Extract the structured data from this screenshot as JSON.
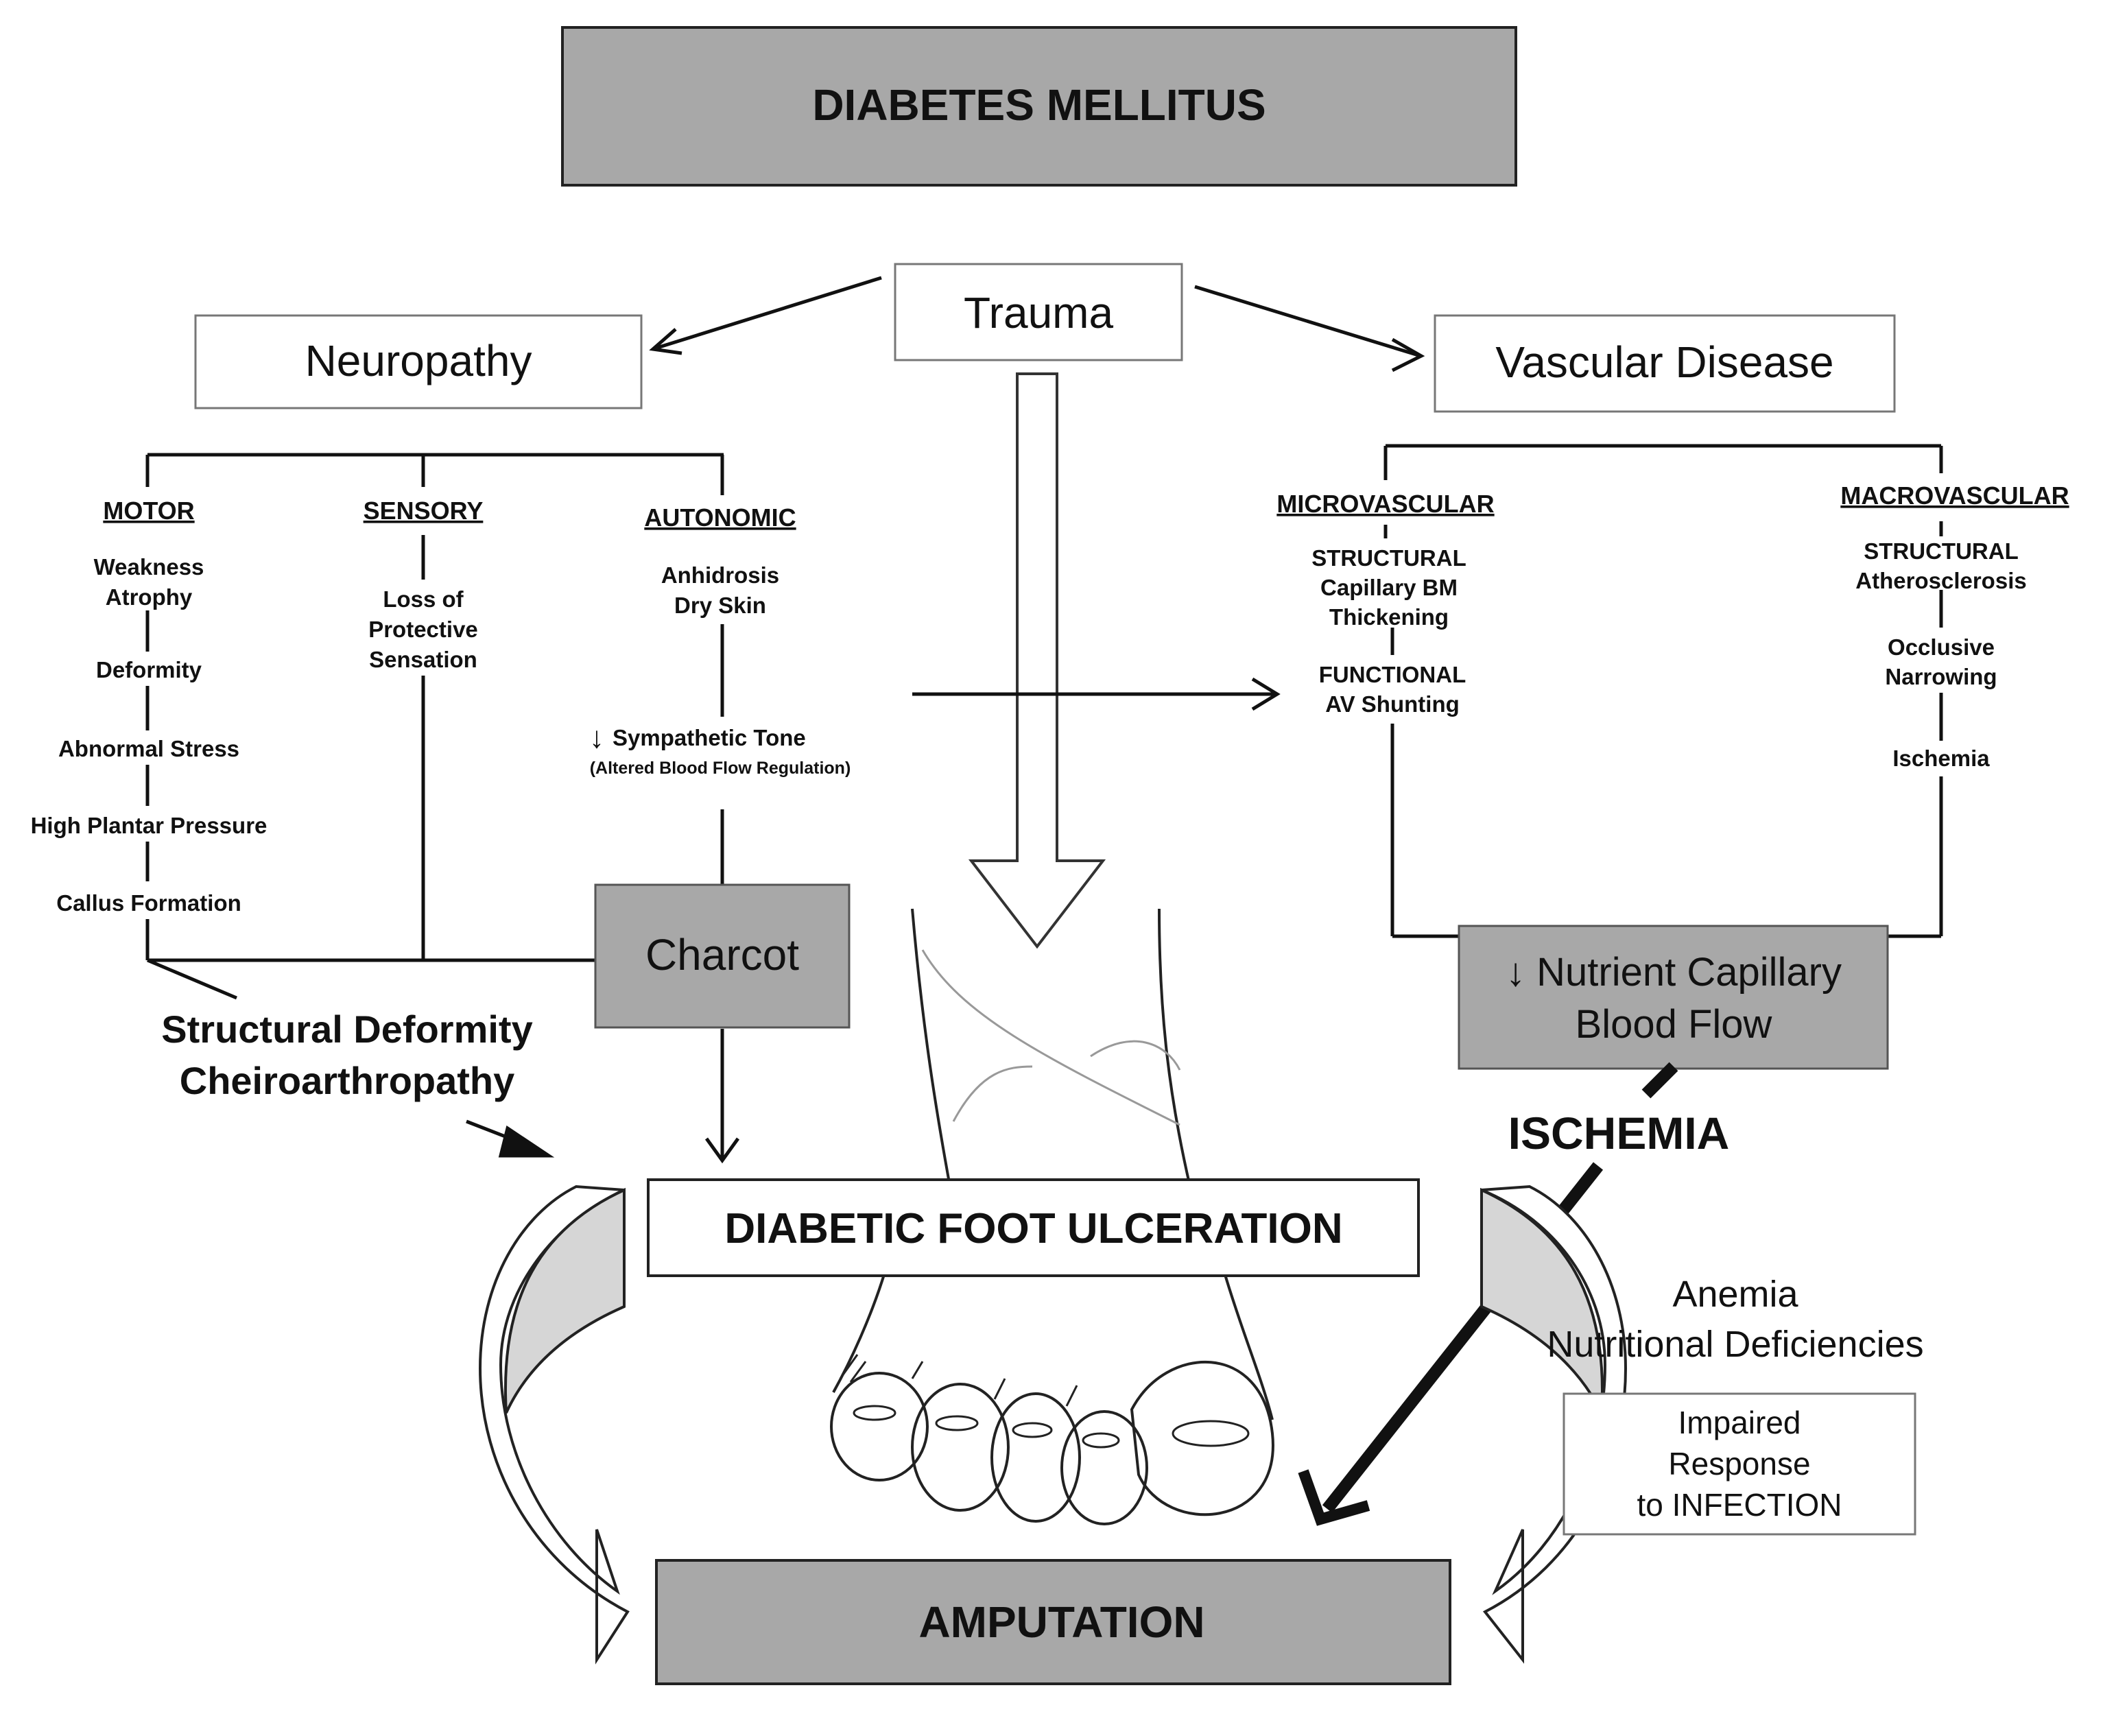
{
  "colors": {
    "grey_box": "#a8a8a8",
    "light_fill": "#d6d6d6",
    "line": "#111111"
  },
  "top": {
    "title": "DIABETES MELLITUS"
  },
  "trauma": {
    "label": "Trauma"
  },
  "neuropathy": {
    "label": "Neuropathy",
    "motor": {
      "heading": "MOTOR",
      "items": [
        "Weakness",
        "Atrophy",
        "Deformity",
        "Abnormal Stress",
        "High Plantar Pressure",
        "Callus Formation"
      ]
    },
    "sensory": {
      "heading": "SENSORY",
      "items": [
        "Loss of",
        "Protective",
        "Sensation"
      ]
    },
    "autonomic": {
      "heading": "AUTONOMIC",
      "items": [
        "Anhidrosis",
        "Dry Skin"
      ],
      "tone_arrow": "↓",
      "tone": "Sympathetic Tone",
      "tone_note": "(Altered Blood Flow Regulation)"
    },
    "charcot": "Charcot",
    "structural_lines": [
      "Structural Deformity",
      "Cheiroarthropathy"
    ]
  },
  "vascular": {
    "label": "Vascular Disease",
    "micro": {
      "heading": "MICROVASCULAR",
      "items": [
        "STRUCTURAL",
        "Capillary BM",
        "Thickening",
        "FUNCTIONAL",
        "AV Shunting"
      ]
    },
    "macro": {
      "heading": "MACROVASCULAR",
      "items": [
        "STRUCTURAL",
        "Atherosclerosis",
        "Occlusive",
        "Narrowing",
        "Ischemia"
      ]
    },
    "nutrient_lines": [
      "↓ Nutrient Capillary",
      "Blood Flow"
    ],
    "ischemia": "ISCHEMIA"
  },
  "ulceration": "DIABETIC FOOT ULCERATION",
  "factors": [
    "Anemia",
    "Nutritional Deficiencies"
  ],
  "impaired_lines": [
    "Impaired",
    "Response",
    "to INFECTION"
  ],
  "amputation": "AMPUTATION"
}
